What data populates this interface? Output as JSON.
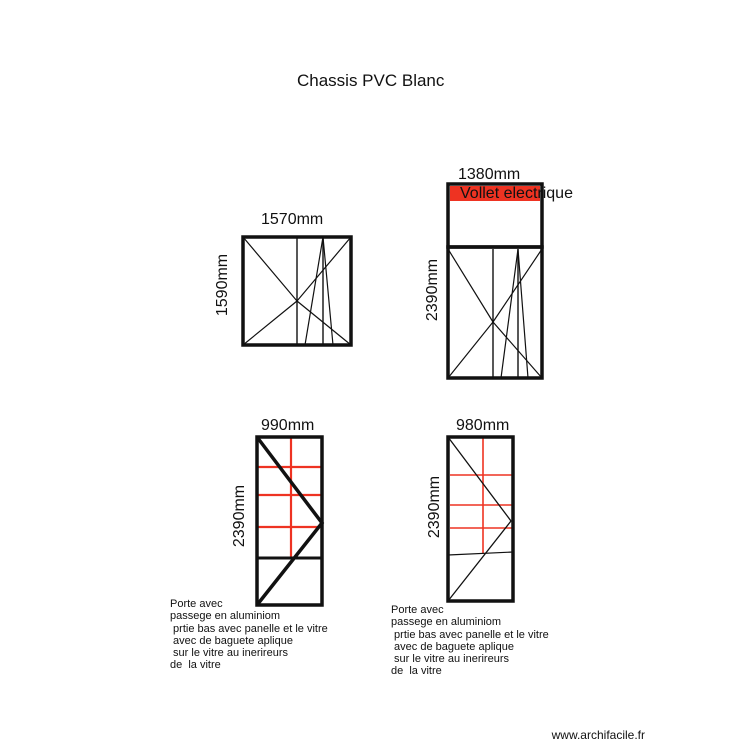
{
  "title": "Chassis PVC Blanc",
  "windows": {
    "w1": {
      "width": "1570mm",
      "height": "1590mm"
    },
    "w2": {
      "width": "1380mm",
      "height": "2390mm",
      "shutter": "Vollet electrique"
    },
    "d1": {
      "width": "990mm",
      "height": "2390mm",
      "note": "Porte avec\npassege en aluminiom\n prtie bas avec panelle et le vitre\n avec de baguete aplique\n sur le vitre au inerireurs\nde  la vitre"
    },
    "d2": {
      "width": "980mm",
      "height": "2390mm",
      "note": "Porte avec\npassege en aluminiom\n prtie bas avec panelle et le vitre\n avec de baguete aplique\n sur le vitre au inerireurs\nde  la vitre"
    }
  },
  "colors": {
    "frame": "#111111",
    "accent": "#ee3322",
    "shutter": "#ee3322"
  },
  "watermark": "www.archifacile.fr"
}
